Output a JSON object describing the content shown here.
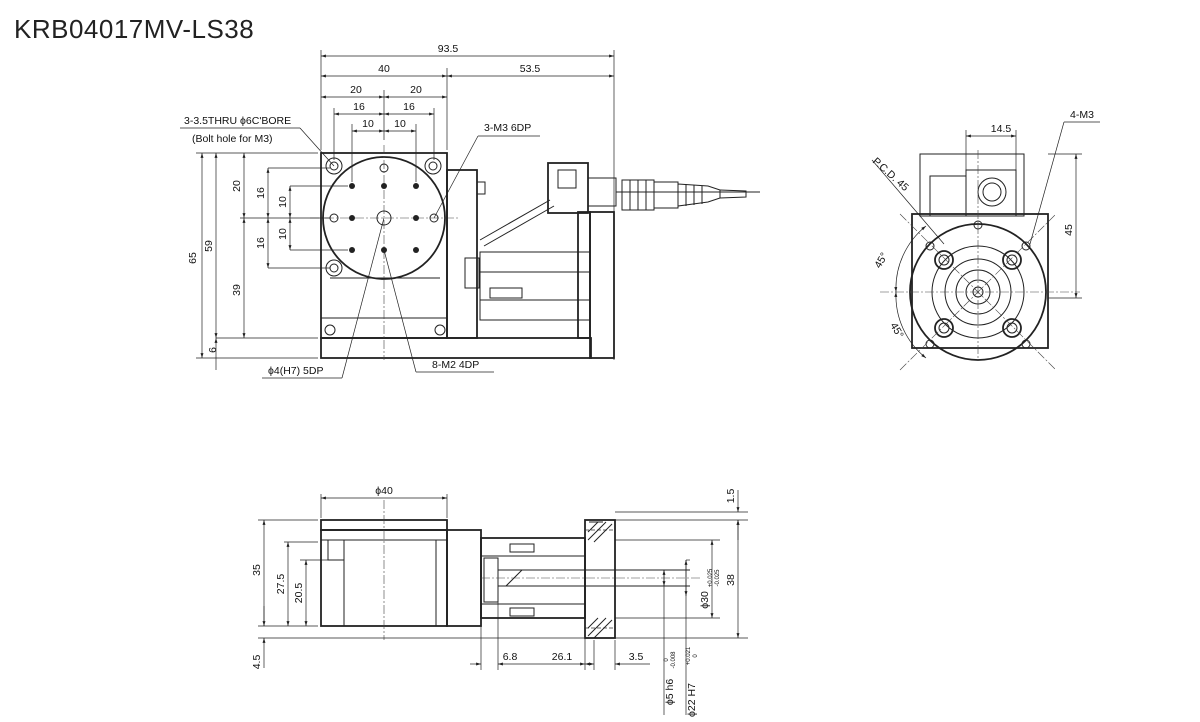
{
  "title": "KRB04017MV-LS38",
  "top_view": {
    "dims": {
      "total_width": "93.5",
      "table_width": "40",
      "right_extent": "53.5",
      "pitch_20_left": "20",
      "pitch_20_right": "20",
      "pitch_16_left": "16",
      "pitch_16_right": "16",
      "pitch_10_left": "10",
      "pitch_10_right": "10",
      "height_65": "65",
      "height_59": "59",
      "height_39": "39",
      "height_6": "6",
      "v_20": "20",
      "v_16_top": "16",
      "v_16_bottom": "16",
      "v_10_top": "10",
      "v_10_bottom": "10"
    },
    "callouts": {
      "thru_hole": "3-3.5THRU ϕ6C'BORE",
      "thru_hole_note": "(Bolt hole for M3)",
      "m3_tap": "3-M3 6DP",
      "pin_hole": "ϕ4(H7) 5DP",
      "m2_tap": "8-M2 4DP"
    }
  },
  "side_view": {
    "dims": {
      "bore": "ϕ40",
      "thickness": "1.5",
      "height_35": "35",
      "height_27_5": "27.5",
      "height_20_5": "20.5",
      "base_4_5": "4.5",
      "d_30": "ϕ30",
      "tol_30_upper": "+0.025",
      "tol_30_lower": "-0.025",
      "h_38": "38",
      "len_6_8": "6.8",
      "len_26_1": "26.1",
      "len_3_5": "3.5",
      "shaft": "ϕ5 h6",
      "shaft_tol_upper": "0",
      "shaft_tol_lower": "-0.008",
      "spigot": "ϕ22 H7",
      "spigot_tol_upper": "+0.021",
      "spigot_tol_lower": "0"
    }
  },
  "end_view": {
    "dims": {
      "width_14_5": "14.5",
      "m3_taps": "4-M3",
      "pcd": "P.C.D. 45",
      "height_45": "45",
      "angle_1": "45°",
      "angle_2": "45°"
    }
  }
}
